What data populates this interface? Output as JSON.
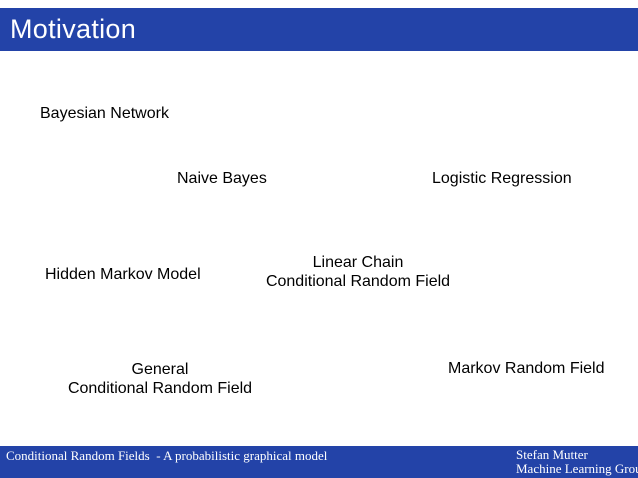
{
  "slide": {
    "title": "Motivation",
    "labels": {
      "bayesian_network": "Bayesian Network",
      "naive_bayes": "Naive Bayes",
      "logistic_regression": "Logistic Regression",
      "hidden_markov_model": "Hidden Markov Model",
      "linear_chain_line1": "Linear Chain",
      "linear_chain_line2": "Conditional Random Field",
      "general_line1": "General",
      "general_line2": "Conditional Random Field",
      "markov_random_field": "Markov Random Field"
    }
  },
  "footer": {
    "left_text": "Conditional Random Fields  - A probabilistic graphical model",
    "author": "Stefan Mutter",
    "group": "Machine Learning Group"
  },
  "colors": {
    "bar_blue": "#2343a8",
    "label_text": "#000000",
    "bar_text": "#ffffff",
    "background": "#ffffff"
  }
}
